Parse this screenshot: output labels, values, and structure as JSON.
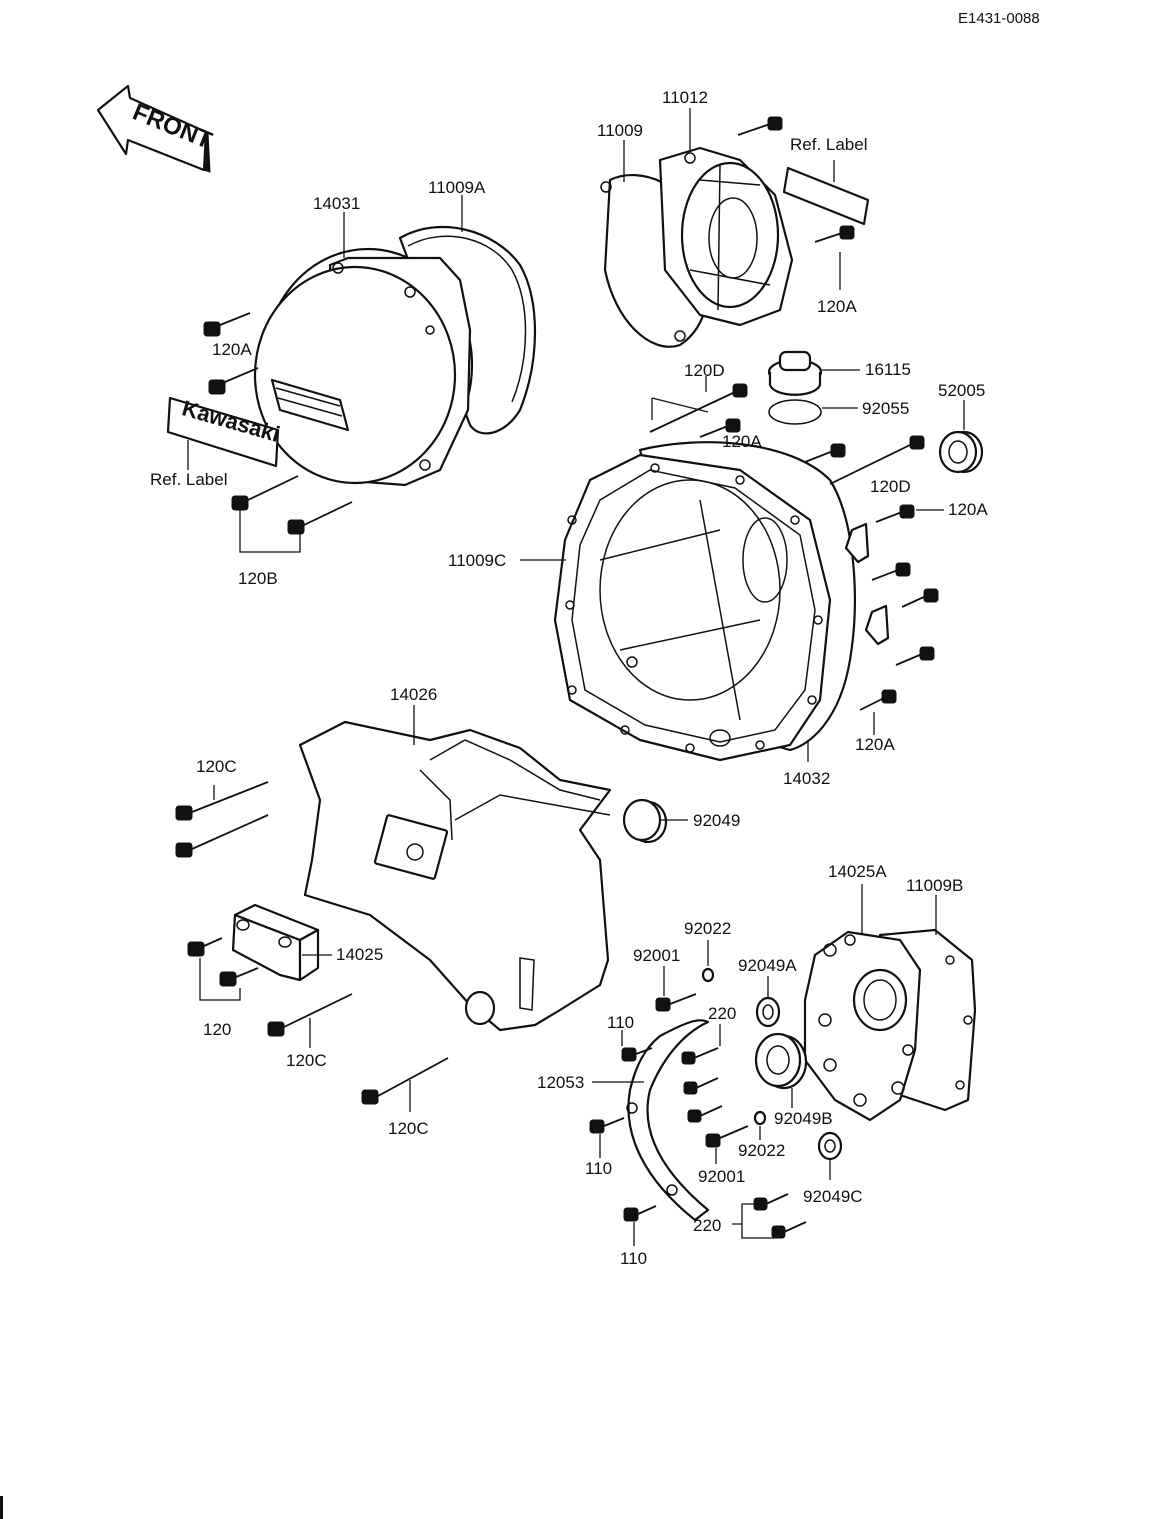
{
  "header": {
    "diagram_code": "E1431-0088"
  },
  "front_arrow": {
    "label": "FRONT"
  },
  "emblem": {
    "text": "Kawasaki"
  },
  "labels": {
    "l14031": "14031",
    "l11009A": "11009A",
    "l11012": "11012",
    "l11009": "11009",
    "lRefLabelTop": "Ref.  Label",
    "l120A_top": "120A",
    "l120A_left": "120A",
    "lRefLabelLeft": "Ref.  Label",
    "l120B": "120B",
    "l16115": "16115",
    "l120D_top": "120D",
    "l92055": "92055",
    "l120A_mid": "120A",
    "l52005": "52005",
    "l120D_right": "120D",
    "l120A_right": "120A",
    "l11009C": "11009C",
    "l120A_low": "120A",
    "l14032": "14032",
    "l14026": "14026",
    "l120C_a": "120C",
    "l92049": "92049",
    "l14025": "14025",
    "l120": "120",
    "l120C_b": "120C",
    "l120C_c": "120C",
    "l14025A": "14025A",
    "l11009B": "11009B",
    "l92022_a": "92022",
    "l92001_a": "92001",
    "l92049A": "92049A",
    "l110_a": "110",
    "l220_a": "220",
    "l12053": "12053",
    "l92049B": "92049B",
    "l110_b": "110",
    "l92022_b": "92022",
    "l92001_b": "92001",
    "l92049C": "92049C",
    "l220_b": "220",
    "l110_c": "110"
  }
}
